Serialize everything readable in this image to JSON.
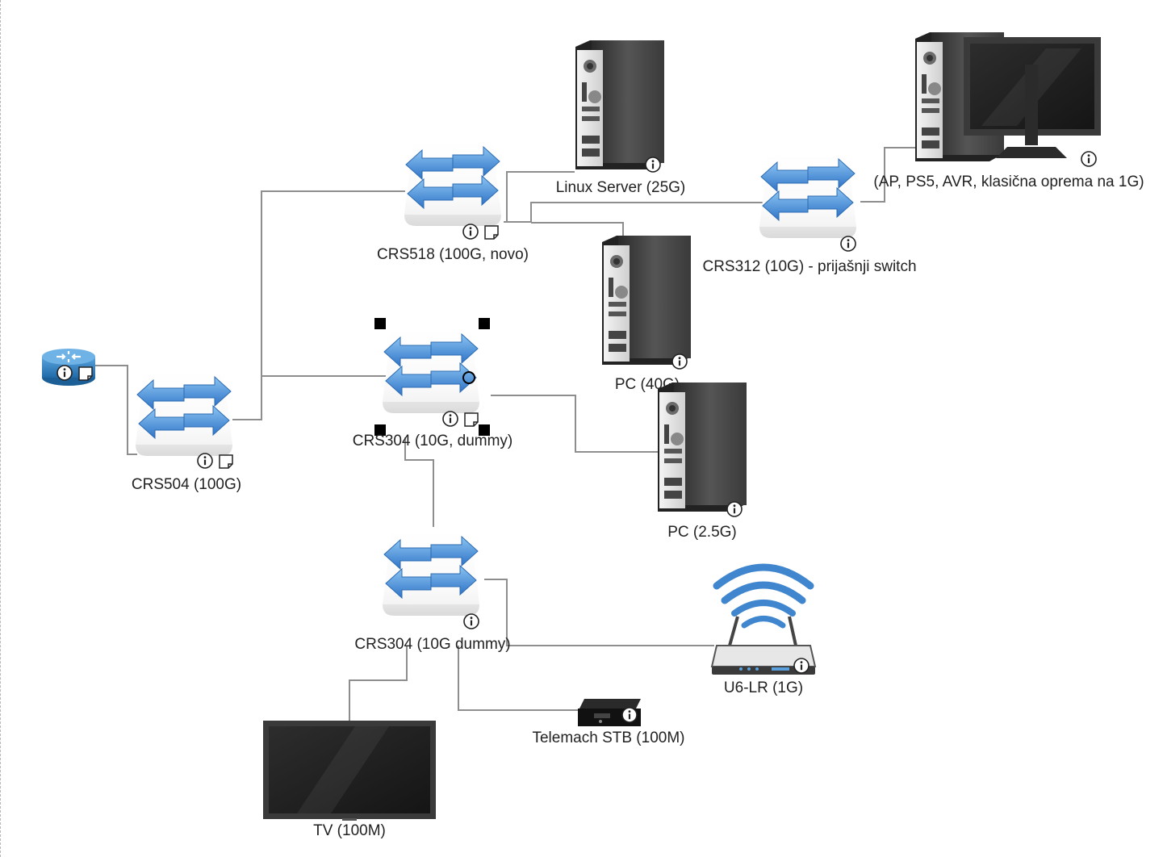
{
  "diagram": {
    "nodes": [
      {
        "id": "router",
        "type": "router",
        "label": ""
      },
      {
        "id": "crs504",
        "type": "switch",
        "label": "CRS504 (100G)"
      },
      {
        "id": "crs518",
        "type": "switch",
        "label": "CRS518 (100G, novo)"
      },
      {
        "id": "crs304a",
        "type": "switch",
        "label": "CRS304 (10G, dummy)"
      },
      {
        "id": "crs304b",
        "type": "switch",
        "label": "CRS304 (10G dummy)"
      },
      {
        "id": "crs312",
        "type": "switch",
        "label": "CRS312 (10G) - prijašnji switch"
      },
      {
        "id": "linux",
        "type": "server",
        "label": "Linux Server (25G)"
      },
      {
        "id": "pc40",
        "type": "server",
        "label": "PC (40G)"
      },
      {
        "id": "pc25",
        "type": "server",
        "label": "PC (2.5G)"
      },
      {
        "id": "desk",
        "type": "workstation",
        "label": "(AP, PS5, AVR, klasična oprema na 1G)"
      },
      {
        "id": "ap",
        "type": "access-point",
        "label": "U6-LR (1G)"
      },
      {
        "id": "stb",
        "type": "set-top-box",
        "label": "Telemach STB (100M)"
      },
      {
        "id": "tv",
        "type": "tv",
        "label": "TV (100M)"
      }
    ],
    "edges": [
      [
        "router",
        "crs504"
      ],
      [
        "crs504",
        "crs518"
      ],
      [
        "crs504",
        "crs304a"
      ],
      [
        "crs518",
        "linux"
      ],
      [
        "crs518",
        "crs312"
      ],
      [
        "crs518",
        "pc40"
      ],
      [
        "crs312",
        "desk"
      ],
      [
        "crs304a",
        "pc25"
      ],
      [
        "crs304a",
        "crs304b"
      ],
      [
        "crs304b",
        "ap"
      ],
      [
        "crs304b",
        "stb"
      ],
      [
        "crs304b",
        "tv"
      ]
    ],
    "info_glyph": "i",
    "selected_node": "crs304a",
    "colors": {
      "wire": "#8e8e8e",
      "switch_arrow": "#4a8fd6",
      "tower": "#3d3d3d",
      "wifi": "#3f86cf",
      "router": "#2f7fc1"
    }
  }
}
